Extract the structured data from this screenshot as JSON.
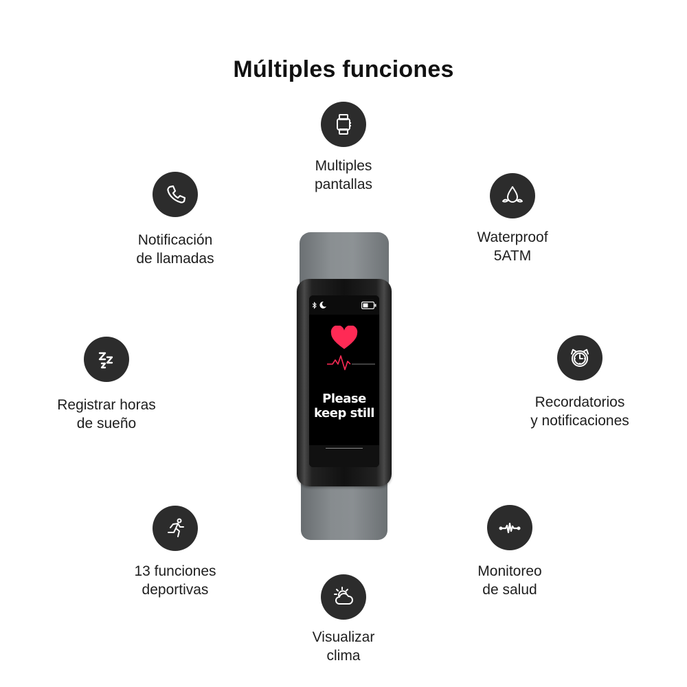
{
  "title": "Múltiples funciones",
  "colors": {
    "icon_bg": "#2c2c2c",
    "icon_fg": "#ffffff",
    "heart": "#ff2a55",
    "strap": "#7d8285"
  },
  "features": [
    {
      "id": "screens",
      "icon": "watch-icon",
      "label": "Multiples\npantallas"
    },
    {
      "id": "calls",
      "icon": "phone-icon",
      "label": "Notificación\nde llamadas"
    },
    {
      "id": "waterproof",
      "icon": "water-drop-icon",
      "label": "Waterproof\n5ATM"
    },
    {
      "id": "sleep",
      "icon": "sleep-zzz-icon",
      "label": "Registrar horas\nde sueño"
    },
    {
      "id": "reminders",
      "icon": "alarm-clock-icon",
      "label": "Recordatorios\ny notificaciones"
    },
    {
      "id": "sports",
      "icon": "running-icon",
      "label": "13 funciones\ndeportivas"
    },
    {
      "id": "health",
      "icon": "heartbeat-pulse-icon",
      "label": "Monitoreo\nde salud"
    },
    {
      "id": "weather",
      "icon": "weather-sun-cloud-icon",
      "label": "Visualizar\nclima"
    }
  ],
  "device": {
    "status_icons": [
      "bluetooth-icon",
      "moon-icon",
      "battery-icon"
    ],
    "screen_icons": [
      "heart-icon",
      "ecg-line-icon"
    ],
    "screen_text": "Please\nkeep still"
  }
}
